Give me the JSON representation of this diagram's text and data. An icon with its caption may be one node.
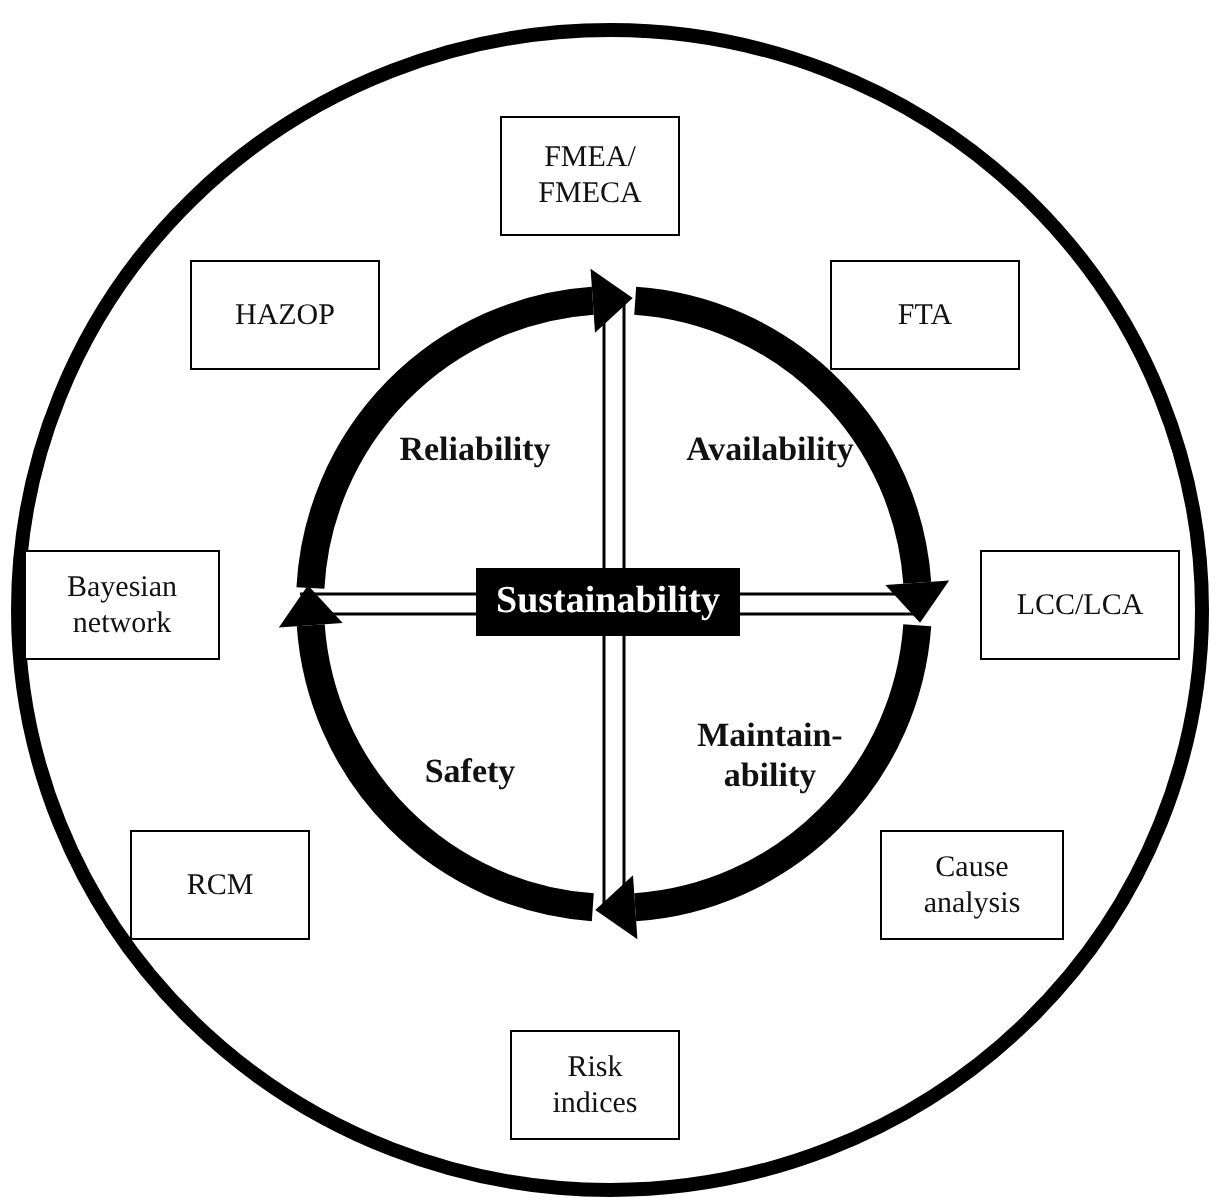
{
  "diagram": {
    "nodes": [
      {
        "text": [
          "FMEA/ FMECA"
        ]
      },
      {
        "text": [
          "HAZOP"
        ]
      },
      {
        "text": [
          "FTA"
        ]
      },
      {
        "text": [
          "Bayesian network"
        ]
      },
      {
        "text": [
          "Sustainability"
        ]
      },
      {
        "text": [
          "LCC/LCA"
        ]
      },
      {
        "text": [
          "RCM"
        ]
      },
      {
        "text": [
          "Cause analysis"
        ]
      },
      {
        "text": [
          "Risk indices"
        ]
      }
    ],
    "labels": [
      "Reliability",
      "Availability",
      "Safety",
      "Maintain-ability"
    ]
  }
}
